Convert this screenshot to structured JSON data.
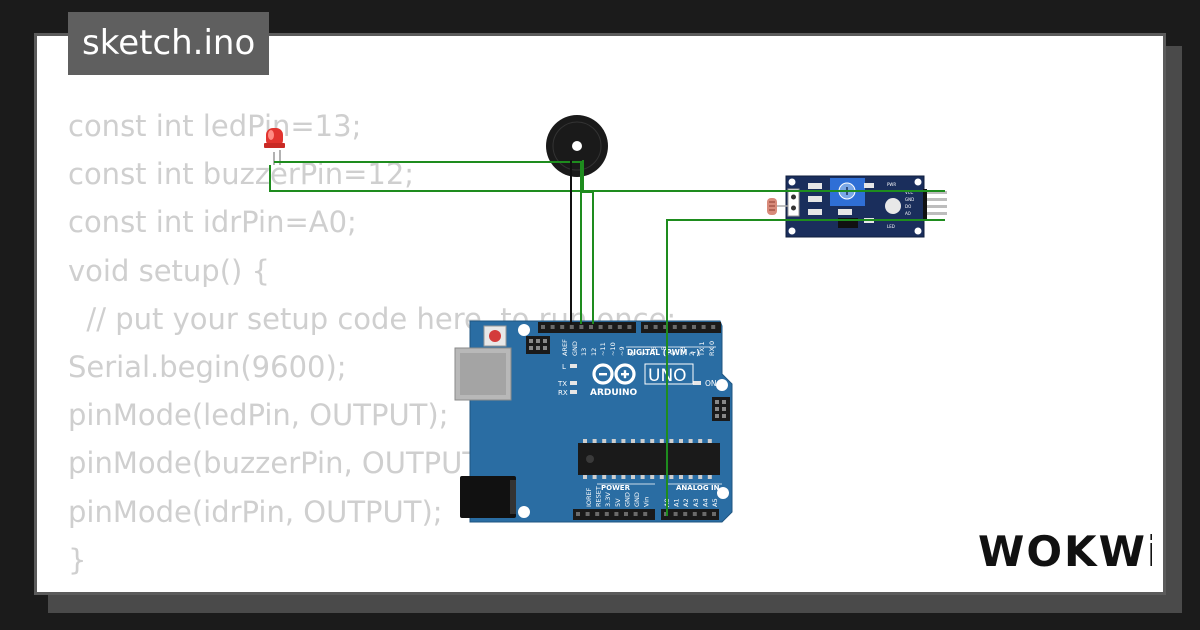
{
  "tab": {
    "title": "sketch.ino"
  },
  "code": {
    "lines": [
      "const int ledPin=13;",
      "const int buzzerPin=12;",
      "const int idrPin=A0;",
      "void setup() {",
      "  // put your setup code here, to run once:",
      "Serial.begin(9600);",
      "pinMode(ledPin, OUTPUT);",
      "pinMode(buzzerPin, OUTPUT);",
      "pinMode(idrPin, OUTPUT);",
      "}"
    ]
  },
  "board": {
    "brand": "ARDUINO",
    "model": "UNO",
    "digital_label": "DIGITAL (PWM ~)",
    "power_label": "POWER",
    "analog_label": "ANALOG IN",
    "on_label": "ON",
    "l_label": "L",
    "tx_label": "TX",
    "rx_label": "RX",
    "top_pins": [
      "AREF",
      "GND",
      "13",
      "12",
      "~11",
      "~10",
      "~9",
      "8",
      "7",
      "~6",
      "~5",
      "4",
      "~3",
      "2",
      "TX 1",
      "RX 0"
    ],
    "power_pins": [
      "IOREF",
      "RESET",
      "3.3V",
      "5V",
      "GND",
      "GND",
      "Vin"
    ],
    "analog_pins": [
      "A0",
      "A1",
      "A2",
      "A3",
      "A4",
      "A5"
    ]
  },
  "sensor": {
    "pins": [
      "VCC",
      "GND",
      "DO",
      "AO"
    ],
    "labels": [
      "PWR",
      "LED"
    ]
  },
  "logo": {
    "text": "WOKWi"
  },
  "colors": {
    "board": "#2a6da3",
    "wire": "#1e8c1e",
    "wire_black": "#111111",
    "led": "#e2342f",
    "sensor_board": "#1a2e5c"
  }
}
